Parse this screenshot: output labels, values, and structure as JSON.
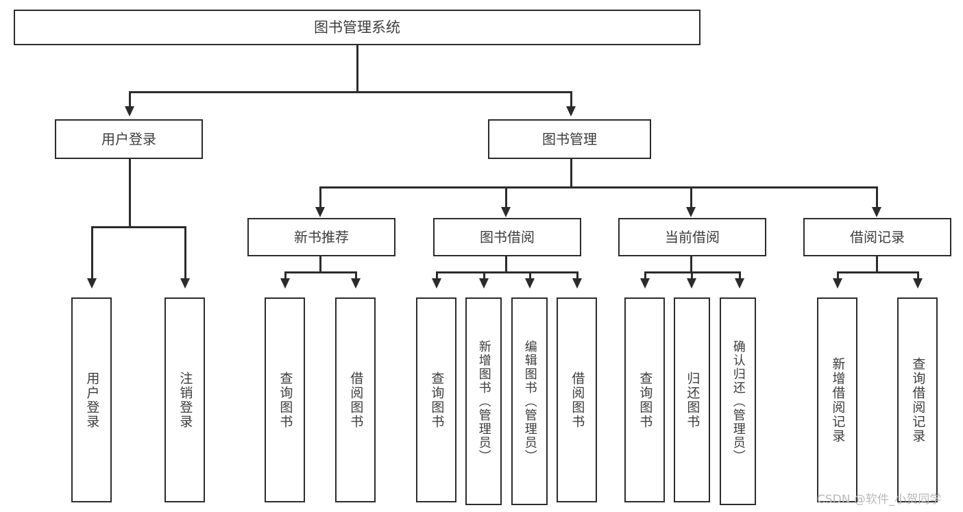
{
  "diagram": {
    "title": "图书管理系统",
    "type": "tree",
    "orientation": "top-down",
    "nodes": {
      "root": {
        "label": "图书管理系统"
      },
      "tier2": [
        {
          "id": "user-login",
          "label": "用户登录"
        },
        {
          "id": "book-management",
          "label": "图书管理"
        }
      ],
      "tier3": [
        {
          "id": "new-book-recommend",
          "label": "新书推荐"
        },
        {
          "id": "book-borrow",
          "label": "图书借阅"
        },
        {
          "id": "current-borrow",
          "label": "当前借阅"
        },
        {
          "id": "borrow-record",
          "label": "借阅记录"
        }
      ],
      "leaves": [
        {
          "id": "user-login-leaf",
          "label": "用户登录",
          "parent": "user-login"
        },
        {
          "id": "logout-leaf",
          "label": "注销登录",
          "parent": "user-login"
        },
        {
          "id": "query-book-recommend",
          "label": "查询图书",
          "parent": "new-book-recommend"
        },
        {
          "id": "borrow-book-recommend",
          "label": "借阅图书",
          "parent": "new-book-recommend"
        },
        {
          "id": "query-book-borrow",
          "label": "查询图书",
          "parent": "book-borrow"
        },
        {
          "id": "add-book-admin",
          "label": "新增图书（管理员）",
          "parent": "book-borrow"
        },
        {
          "id": "edit-book-admin",
          "label": "编辑图书（管理员）",
          "parent": "book-borrow"
        },
        {
          "id": "borrow-book-borrow",
          "label": "借阅图书",
          "parent": "book-borrow"
        },
        {
          "id": "query-book-current",
          "label": "查询图书",
          "parent": "current-borrow"
        },
        {
          "id": "return-book-current",
          "label": "归还图书",
          "parent": "current-borrow"
        },
        {
          "id": "confirm-return-admin",
          "label": "确认归还（管理员）",
          "parent": "current-borrow"
        },
        {
          "id": "add-borrow-record",
          "label": "新增借阅记录",
          "parent": "borrow-record"
        },
        {
          "id": "query-borrow-record",
          "label": "查询借阅记录",
          "parent": "borrow-record"
        }
      ]
    },
    "colors": {
      "stroke": "#2b2b2b",
      "fill": "#ffffff",
      "text": "#3c3c3c",
      "watermark": "#b9b9b9"
    }
  },
  "watermark": {
    "text": "CSDN @软件_小贺同学"
  }
}
